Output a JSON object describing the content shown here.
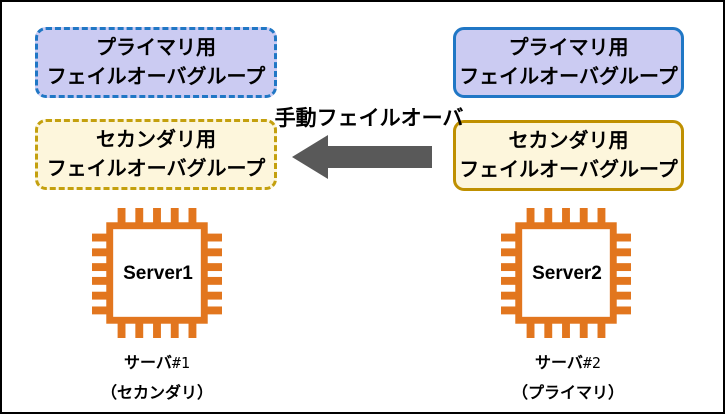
{
  "diagram_title": "manual-failover-diagram",
  "groups": [
    {
      "id": "primary-left",
      "line1": "プライマリ用",
      "line2": "フェイルオーバグループ",
      "border_style": "dashed",
      "kind": "primary"
    },
    {
      "id": "secondary-left",
      "line1": "セカンダリ用",
      "line2": "フェイルオーバグループ",
      "border_style": "dashed",
      "kind": "secondary"
    },
    {
      "id": "primary-right",
      "line1": "プライマリ用",
      "line2": "フェイルオーバグループ",
      "border_style": "solid",
      "kind": "primary"
    },
    {
      "id": "secondary-right",
      "line1": "セカンダリ用",
      "line2": "フェイルオーバグループ",
      "border_style": "solid",
      "kind": "secondary"
    }
  ],
  "failover": {
    "label": "手動フェイルオーバ",
    "arrow_direction": "left"
  },
  "servers": [
    {
      "chip_label": "Server1",
      "name": "サーバ",
      "number": "#1",
      "role": "（セカンダリ）"
    },
    {
      "chip_label": "Server2",
      "name": "サーバ",
      "number": "#2",
      "role": "（プライマリ）"
    }
  ],
  "colors": {
    "primary_fill": "#cbcbf2",
    "primary_border": "#2077c5",
    "secondary_fill": "#fdf6dc",
    "secondary_border_dashed": "#c4a00e",
    "secondary_border_solid": "#bf9000",
    "chip_orange": "#e2761e",
    "arrow_gray": "#595959",
    "frame_border": "#000000",
    "text": "#000000"
  }
}
